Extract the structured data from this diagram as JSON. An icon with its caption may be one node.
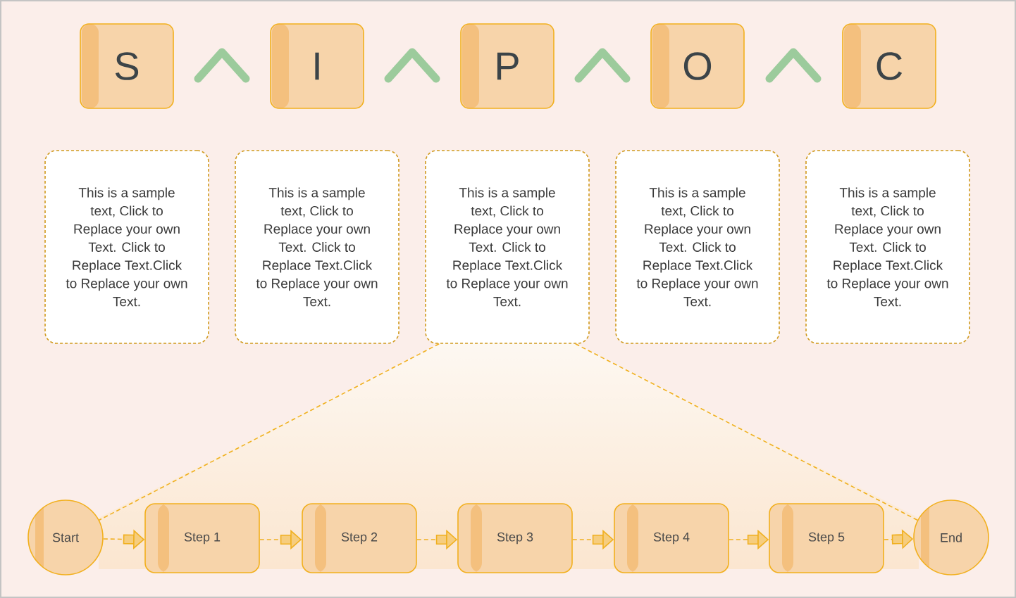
{
  "diagram": {
    "nodes": [
      {
        "text": [
          "S"
        ]
      },
      {
        "text": [
          "I"
        ]
      },
      {
        "text": [
          "P"
        ]
      },
      {
        "text": [
          "O"
        ]
      },
      {
        "text": [
          "C"
        ]
      },
      {
        "text": [
          "This is a sample text, Click to Replace your own Text. Click to Replace Text.Click to Replace your own Text."
        ]
      },
      {
        "text": [
          "This is a sample text, Click to Replace your own Text. Click to Replace Text.Click to Replace your own Text."
        ]
      },
      {
        "text": [
          "This is a sample text, Click to Replace your own Text. Click to Replace Text.Click to Replace your own Text."
        ]
      },
      {
        "text": [
          "This is a sample text, Click to Replace your own Text. Click to Replace Text.Click to Replace your own Text."
        ]
      },
      {
        "text": [
          "This is a sample text, Click to Replace your own Text. Click to Replace Text.Click to Replace your own Text."
        ]
      },
      {
        "text": [
          "Start"
        ]
      },
      {
        "text": [
          "Step 1"
        ]
      },
      {
        "text": [
          "Step 2"
        ]
      },
      {
        "text": [
          "Step 3"
        ]
      },
      {
        "text": [
          "Step 4"
        ]
      },
      {
        "text": [
          "Step 5"
        ]
      },
      {
        "text": [
          "End"
        ]
      }
    ],
    "edges": [
      {
        "from": 10,
        "to": 11,
        "arrow": "to",
        "style": "dashed"
      },
      {
        "from": 11,
        "to": 12,
        "arrow": "to",
        "style": "dashed"
      },
      {
        "from": 12,
        "to": 13,
        "arrow": "to",
        "style": "dashed"
      },
      {
        "from": 13,
        "to": 14,
        "arrow": "to",
        "style": "dashed"
      },
      {
        "from": 14,
        "to": 15,
        "arrow": "to",
        "style": "dashed"
      },
      {
        "from": 15,
        "to": 16,
        "arrow": "to",
        "style": "dashed"
      },
      {
        "from": 7,
        "to": 10,
        "arrow": "none",
        "style": "dashed"
      },
      {
        "from": 7,
        "to": 16,
        "arrow": "none",
        "style": "dashed"
      }
    ]
  }
}
